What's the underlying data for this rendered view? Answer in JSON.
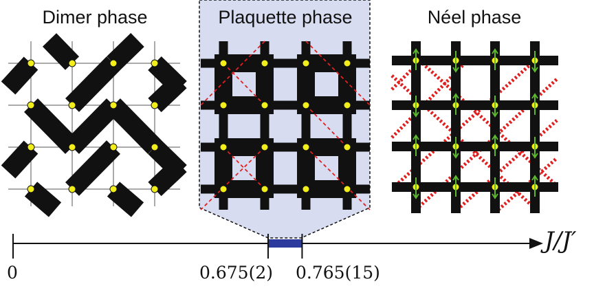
{
  "panels": [
    {
      "title": "Dimer phase"
    },
    {
      "title": "Plaquette phase"
    },
    {
      "title": "Néel phase"
    }
  ],
  "axis": {
    "label": "J/J′",
    "ticks": [
      {
        "value": 0,
        "label": "0"
      },
      {
        "value": 0.675,
        "label": "0.675(2)"
      },
      {
        "value": 0.765,
        "label": "0.765(15)"
      }
    ],
    "plaquette_interval": [
      0.675,
      0.765
    ]
  },
  "colors": {
    "bond": "#111111",
    "site": "#f2ee1a",
    "frustration": "#e02020",
    "spin_arrow": "#5cb82e",
    "plaquette_bg": "#d7dcf0",
    "interval_bar": "#2b3a9c"
  }
}
